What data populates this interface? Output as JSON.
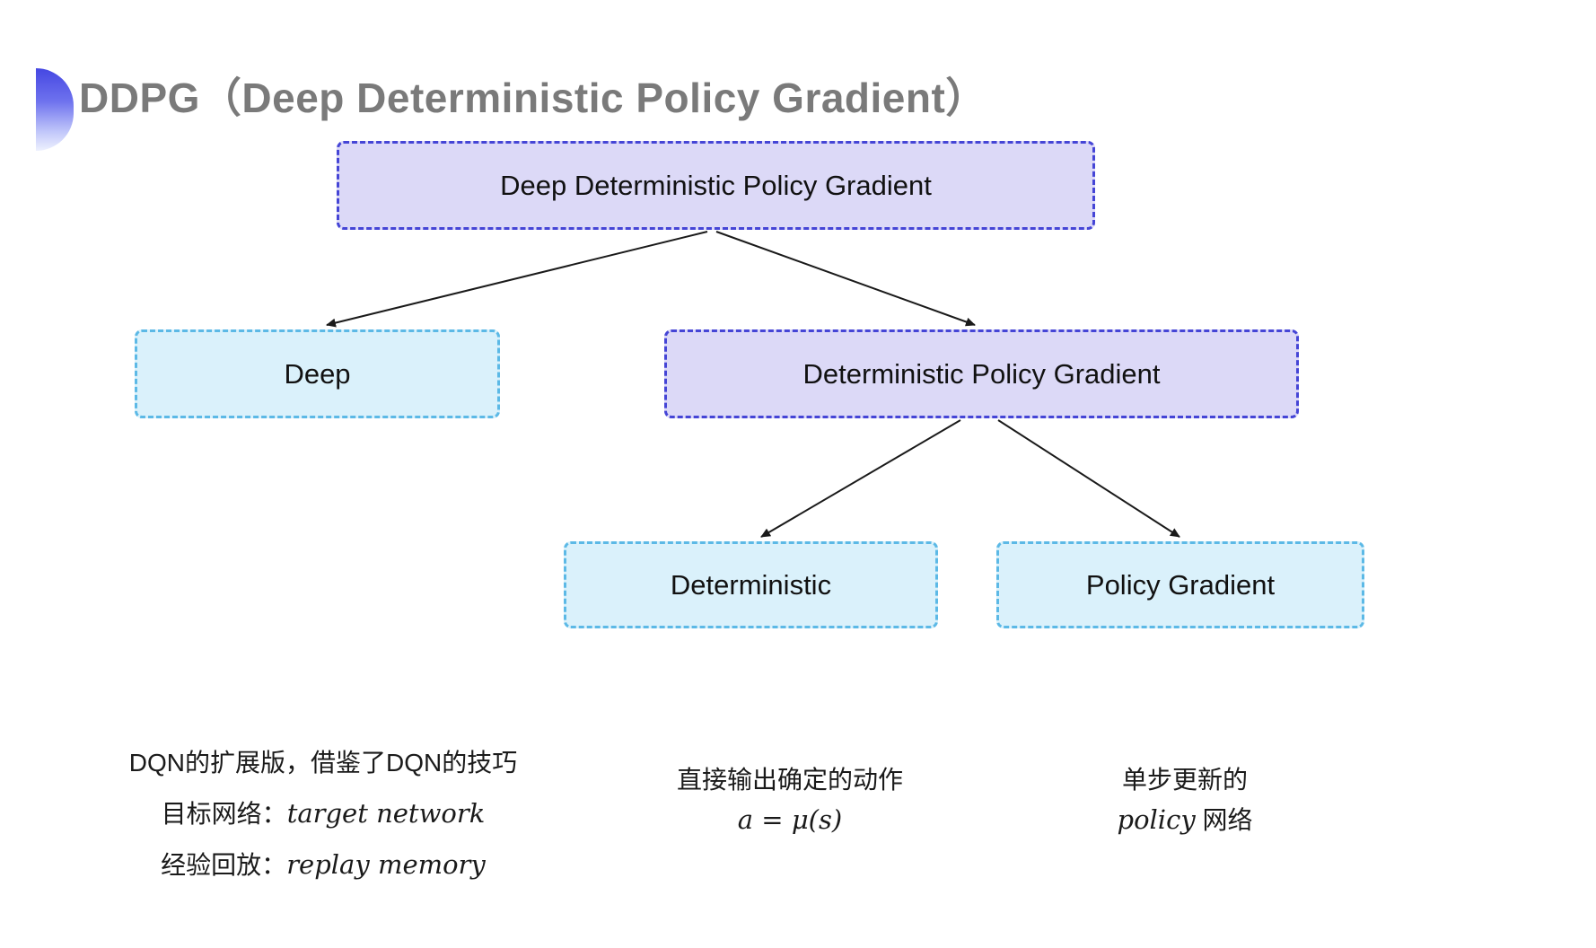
{
  "title": {
    "text": "DDPG（Deep Deterministic Policy Gradient）",
    "bullet_icon": "semicircle-gradient-bullet"
  },
  "tree": {
    "root": {
      "label": "Deep Deterministic Policy Gradient",
      "variant": "purple"
    },
    "level2": [
      {
        "label": "Deep",
        "variant": "cyan"
      },
      {
        "label": "Deterministic Policy Gradient",
        "variant": "purple"
      }
    ],
    "level3": [
      {
        "label": "Deterministic",
        "variant": "cyan"
      },
      {
        "label": "Policy Gradient",
        "variant": "cyan"
      }
    ],
    "edges": [
      "root->Deep",
      "root->Deterministic Policy Gradient",
      "Deterministic Policy Gradient->Deterministic",
      "Deterministic Policy Gradient->Policy Gradient"
    ]
  },
  "notes": {
    "deep": {
      "line1": "DQN的扩展版，借鉴了DQN的技巧",
      "line2_zh": "目标网络：",
      "line2_en": "target network",
      "line3_zh": "经验回放：",
      "line3_en": "replay memory"
    },
    "deterministic": {
      "line1": "直接输出确定的动作",
      "line2": "a = μ(s)"
    },
    "policy_gradient": {
      "line1": "单步更新的",
      "line2_en": "policy",
      "line2_zh": " 网络"
    }
  },
  "colors": {
    "purple_fill": "#dcd9f7",
    "purple_border": "#4545d6",
    "cyan_fill": "#daf1fb",
    "cyan_border": "#5cb9e6",
    "title_gray": "#7a7a7a",
    "arrow": "#1a1a1a",
    "bullet_gradient_top": "#4547e2",
    "bullet_gradient_bottom": "#eef1fe"
  }
}
